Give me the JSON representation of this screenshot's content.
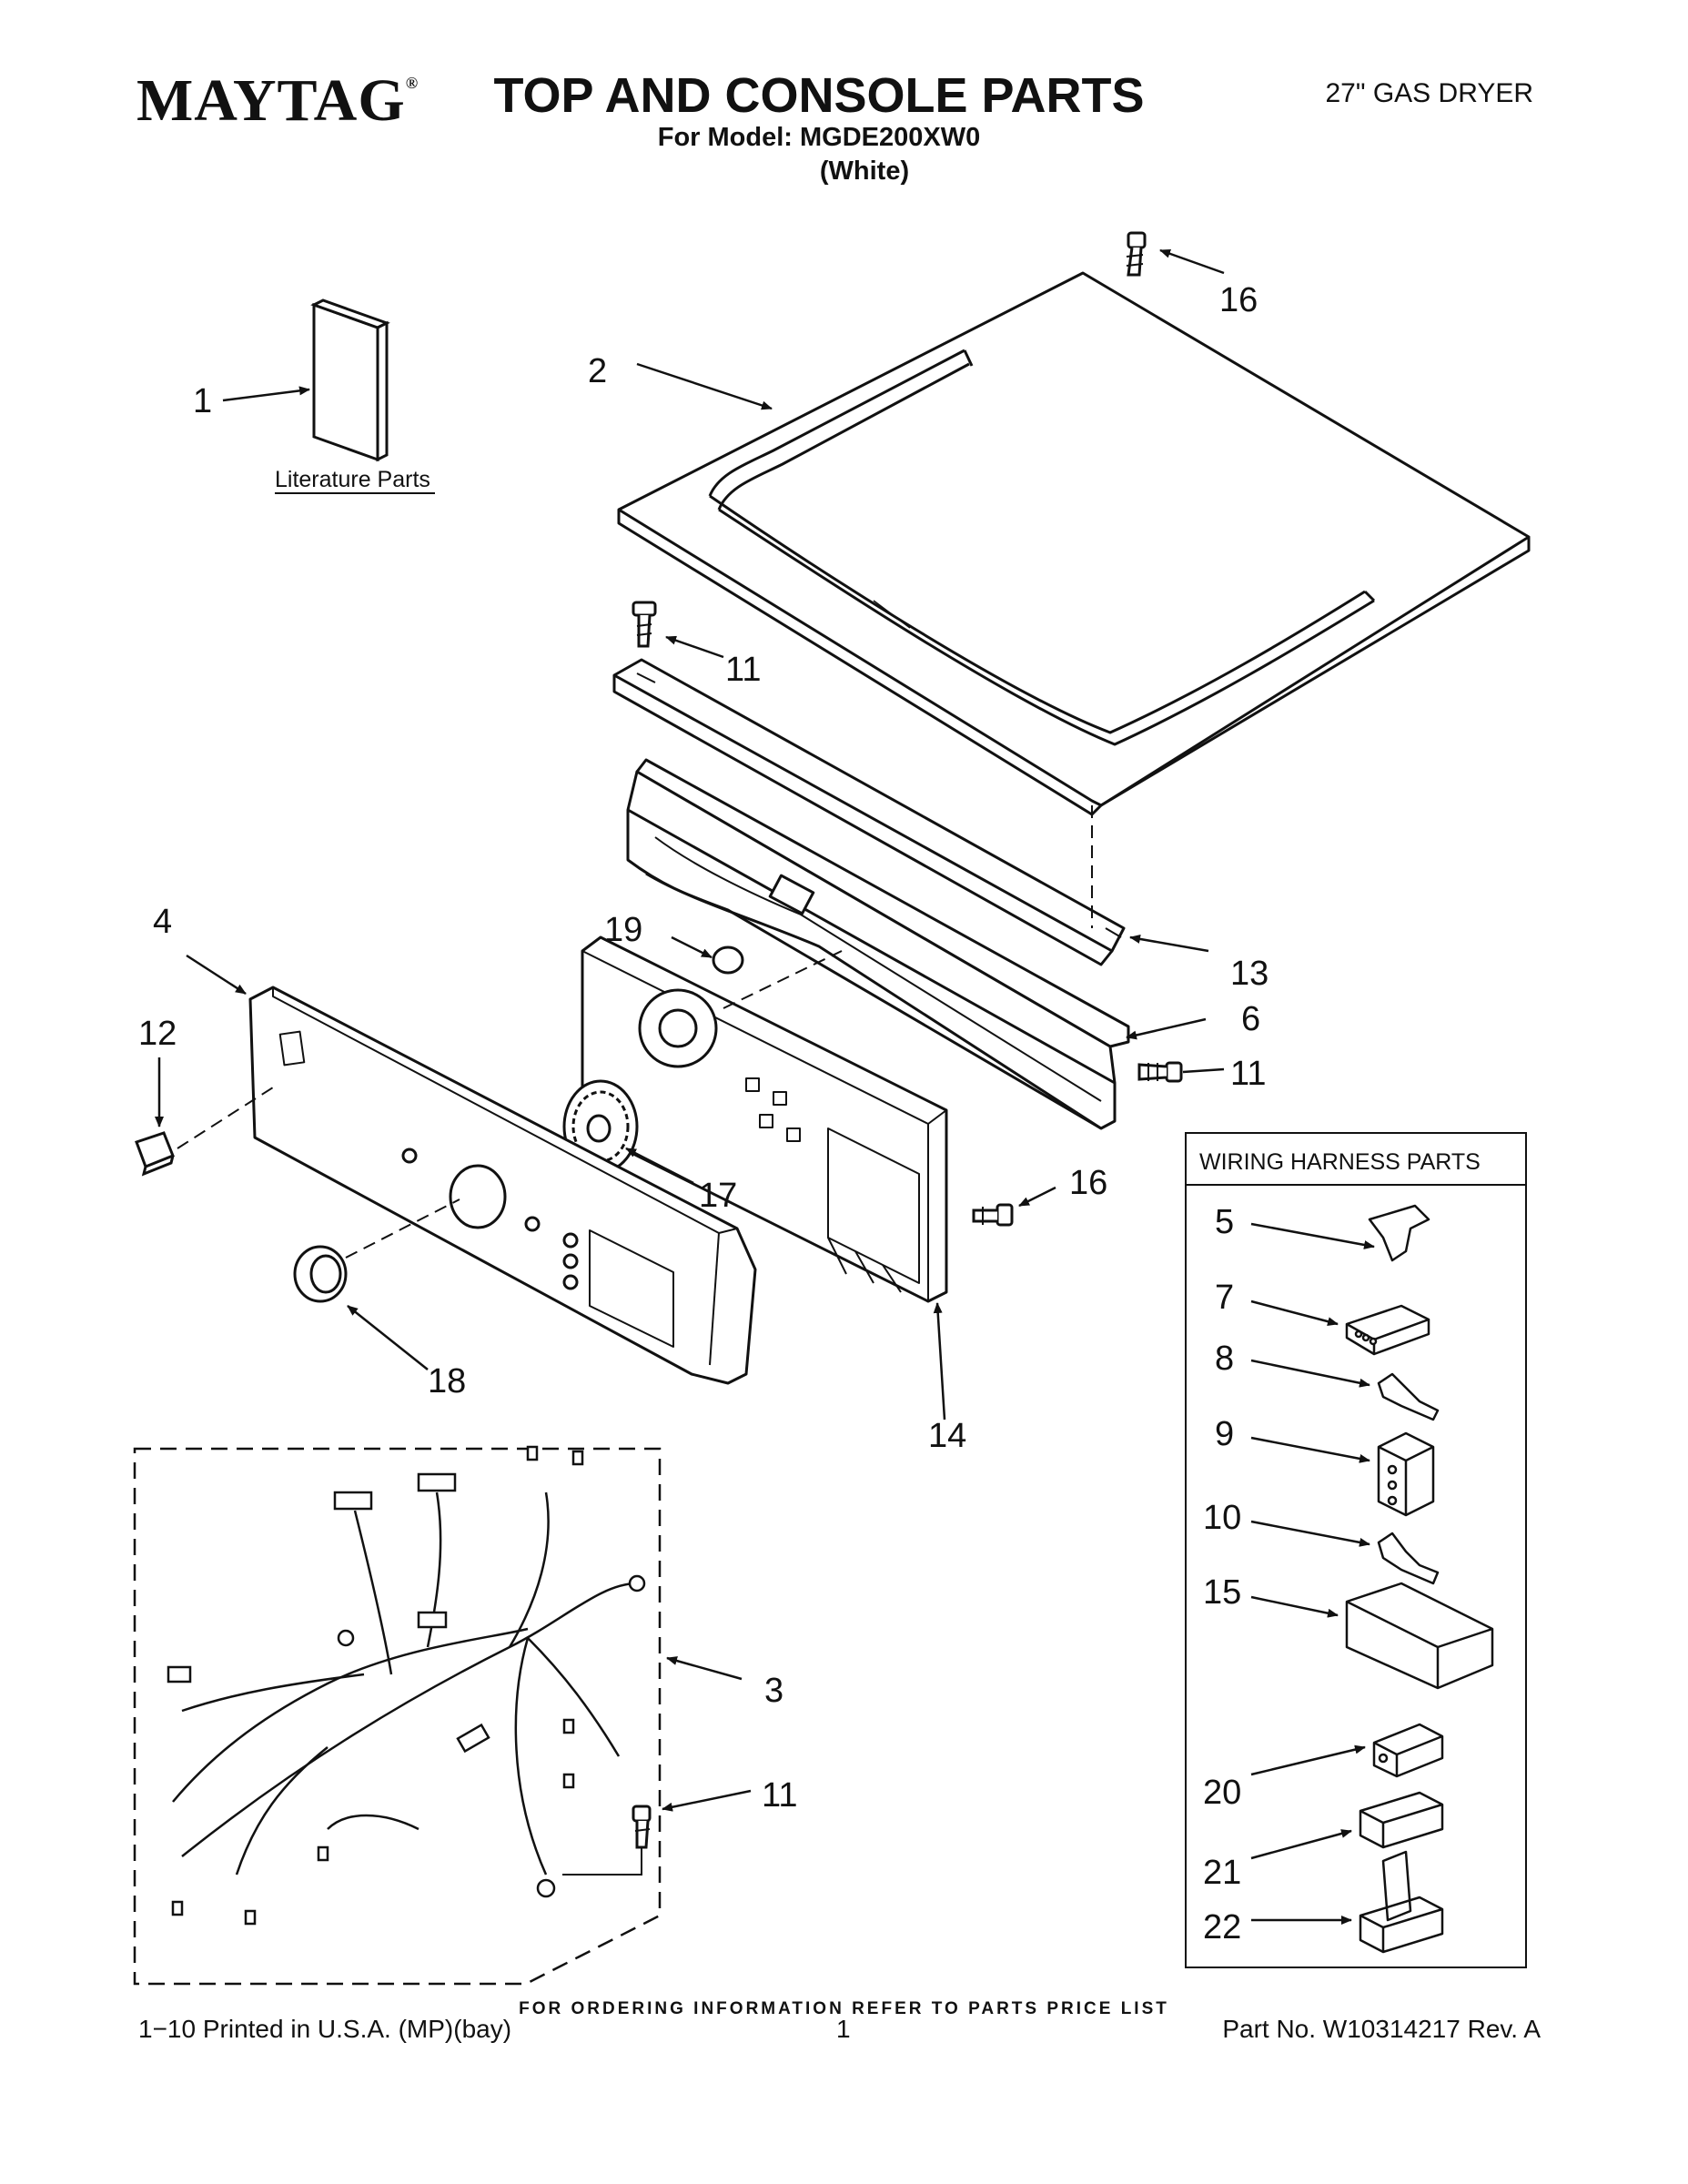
{
  "header": {
    "brand": "MAYTAG",
    "brand_mark": "®",
    "title": "TOP AND CONSOLE PARTS",
    "model_line": "For Model: MGDE200XW0",
    "color_line": "(White)",
    "product": "27\" GAS DRYER"
  },
  "literature": {
    "label": "Literature Parts"
  },
  "wiring_box": {
    "title": "WIRING HARNESS PARTS"
  },
  "callouts": {
    "c1": "1",
    "c2": "2",
    "c3": "3",
    "c4": "4",
    "c5": "5",
    "c6": "6",
    "c7": "7",
    "c8": "8",
    "c9": "9",
    "c10": "10",
    "c11a": "11",
    "c11b": "11",
    "c11c": "11",
    "c12": "12",
    "c13": "13",
    "c14": "14",
    "c15": "15",
    "c16a": "16",
    "c16b": "16",
    "c17": "17",
    "c18": "18",
    "c19": "19",
    "c20": "20",
    "c21": "21",
    "c22": "22"
  },
  "footer": {
    "ordering_note": "FOR ORDERING INFORMATION REFER TO PARTS PRICE LIST",
    "printed": "1−10 Printed in U.S.A. (MP)(bay)",
    "page": "1",
    "part_no": "Part No. W10314217 Rev. A"
  }
}
